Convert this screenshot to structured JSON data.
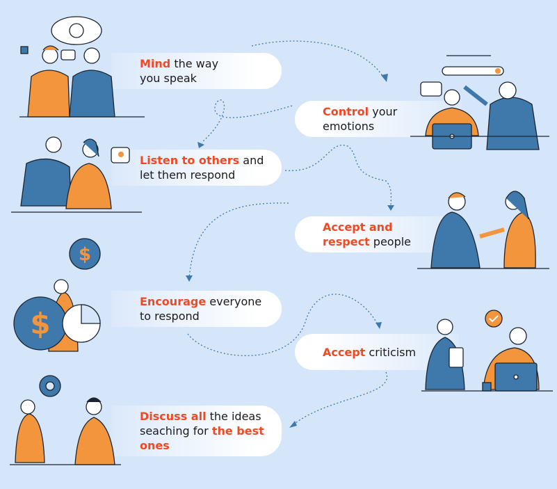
{
  "colors": {
    "background": "#d5e5fa",
    "highlight": "#ef4a24",
    "orange": "#f2953c",
    "blue": "#3f78aa",
    "outline": "#1b2430"
  },
  "steps": [
    {
      "id": "mind",
      "segments": [
        {
          "text": "Mind",
          "hl": true
        },
        {
          "text": " the way you speak",
          "hl": false
        }
      ]
    },
    {
      "id": "control",
      "segments": [
        {
          "text": "Control",
          "hl": true
        },
        {
          "text": " your emotions",
          "hl": false
        }
      ]
    },
    {
      "id": "listen",
      "segments": [
        {
          "text": "Listen to others",
          "hl": true
        },
        {
          "text": " and let them respond",
          "hl": false
        }
      ]
    },
    {
      "id": "accept-respect",
      "segments": [
        {
          "text": "Accept and respect",
          "hl": true
        },
        {
          "text": " people",
          "hl": false
        }
      ]
    },
    {
      "id": "encourage",
      "segments": [
        {
          "text": "Encourage",
          "hl": true
        },
        {
          "text": " everyone to respond",
          "hl": false
        }
      ]
    },
    {
      "id": "accept-criticism",
      "segments": [
        {
          "text": "Accept",
          "hl": true
        },
        {
          "text": " criticism",
          "hl": false
        }
      ]
    },
    {
      "id": "discuss",
      "segments": [
        {
          "text": "Discuss all",
          "hl": true
        },
        {
          "text": " the ideas seaching for ",
          "hl": false
        },
        {
          "text": "the best ones",
          "hl": true
        }
      ]
    }
  ]
}
